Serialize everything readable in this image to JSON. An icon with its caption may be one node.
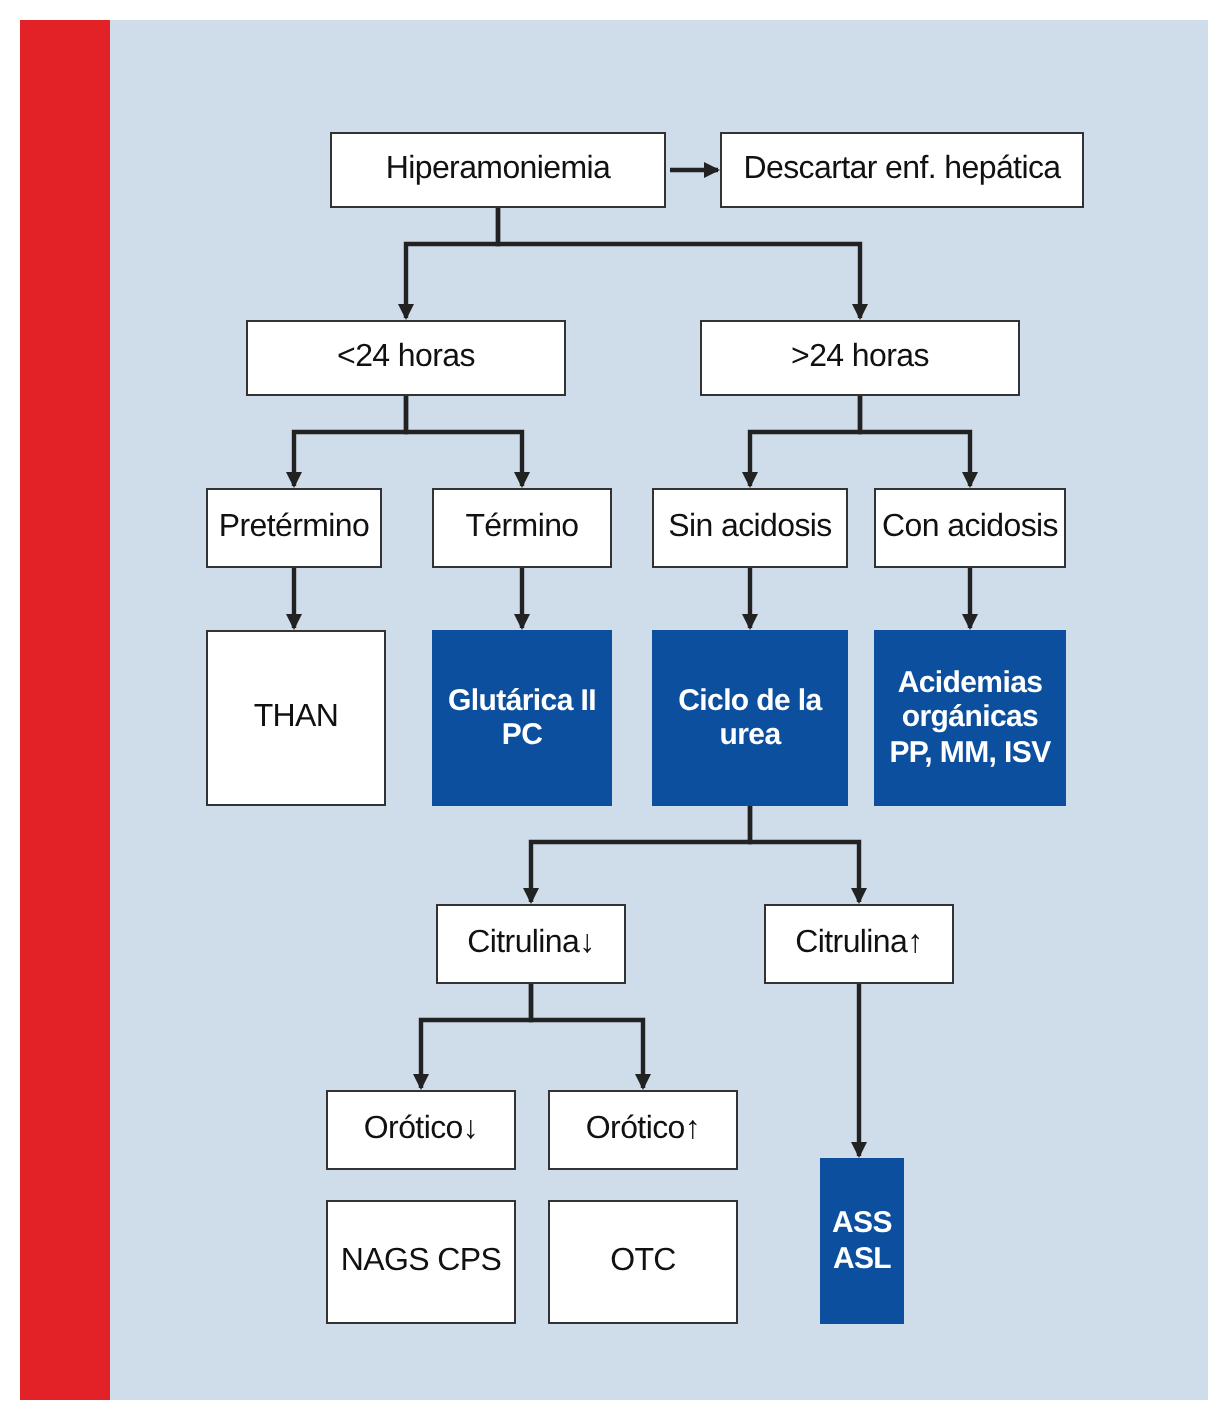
{
  "diagram": {
    "nodes": [
      {
        "text": [
          "Hiperamoniemia"
        ]
      },
      {
        "text": [
          "Descartar enf. hepática"
        ]
      },
      {
        "text": [
          "<24 horas"
        ]
      },
      {
        "text": [
          ">24 horas"
        ]
      },
      {
        "text": [
          "Pretérmino"
        ]
      },
      {
        "text": [
          "Término"
        ]
      },
      {
        "text": [
          "Sin acidosis"
        ]
      },
      {
        "text": [
          "Con acidosis"
        ]
      },
      {
        "text": [
          "THAN"
        ]
      },
      {
        "text": [
          "Glutárica II PC"
        ]
      },
      {
        "text": [
          "Ciclo de la urea"
        ]
      },
      {
        "text": [
          "Acidemias orgánicas PP, MM, ISV"
        ]
      },
      {
        "text": [
          "Citrulina↓"
        ]
      },
      {
        "text": [
          "Citrulina↑"
        ]
      },
      {
        "text": [
          "Orótico↓"
        ]
      },
      {
        "text": [
          "Orótico↑"
        ]
      },
      {
        "text": [
          "NAGS CPS"
        ]
      },
      {
        "text": [
          "OTC"
        ]
      },
      {
        "text": [
          "ASS ASL"
        ]
      }
    ],
    "edges": [
      {
        "from": 0,
        "to": 1,
        "arrow": "to"
      },
      {
        "from": 0,
        "to": 2,
        "arrow": "to"
      },
      {
        "from": 0,
        "to": 3,
        "arrow": "to"
      },
      {
        "from": 2,
        "to": 4,
        "arrow": "to"
      },
      {
        "from": 2,
        "to": 5,
        "arrow": "to"
      },
      {
        "from": 3,
        "to": 6,
        "arrow": "to"
      },
      {
        "from": 3,
        "to": 7,
        "arrow": "to"
      },
      {
        "from": 4,
        "to": 8,
        "arrow": "to"
      },
      {
        "from": 5,
        "to": 9,
        "arrow": "to"
      },
      {
        "from": 6,
        "to": 10,
        "arrow": "to"
      },
      {
        "from": 7,
        "to": 11,
        "arrow": "to"
      },
      {
        "from": 10,
        "to": 12,
        "arrow": "to"
      },
      {
        "from": 10,
        "to": 13,
        "arrow": "to"
      },
      {
        "from": 12,
        "to": 14,
        "arrow": "to"
      },
      {
        "from": 12,
        "to": 15,
        "arrow": "to"
      },
      {
        "from": 13,
        "to": 18,
        "arrow": "to"
      }
    ]
  }
}
